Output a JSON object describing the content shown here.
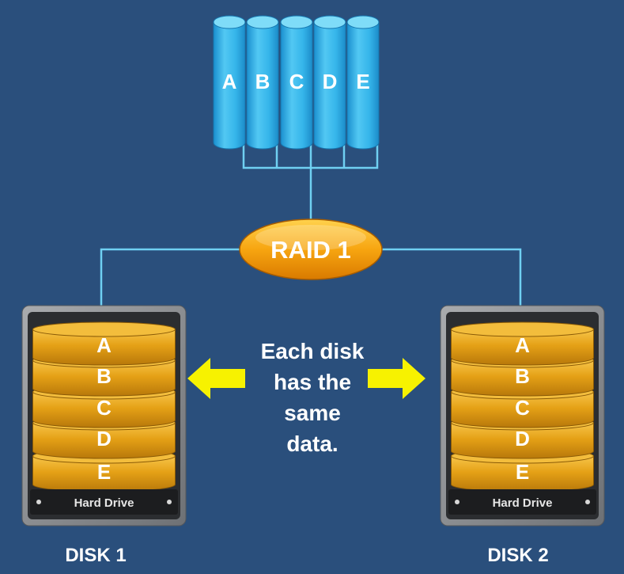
{
  "source_volume": {
    "stripes": [
      "A",
      "B",
      "C",
      "D",
      "E"
    ]
  },
  "raid_badge": {
    "label": "RAID 1"
  },
  "disks": [
    {
      "caption": "DISK 1",
      "drive_label": "Hard Drive",
      "platters": [
        "A",
        "B",
        "C",
        "D",
        "E"
      ]
    },
    {
      "caption": "DISK 2",
      "drive_label": "Hard Drive",
      "platters": [
        "A",
        "B",
        "C",
        "D",
        "E"
      ]
    }
  ],
  "message": {
    "lines": [
      "Each disk",
      "has the",
      "same",
      "data."
    ]
  },
  "colors": {
    "background": "#2a4f7c",
    "connector": "#6fd0f2",
    "cylinder": "#33b3e8",
    "badge": "#f59a08",
    "platter": "#e8a418",
    "arrow": "#f7f200"
  }
}
